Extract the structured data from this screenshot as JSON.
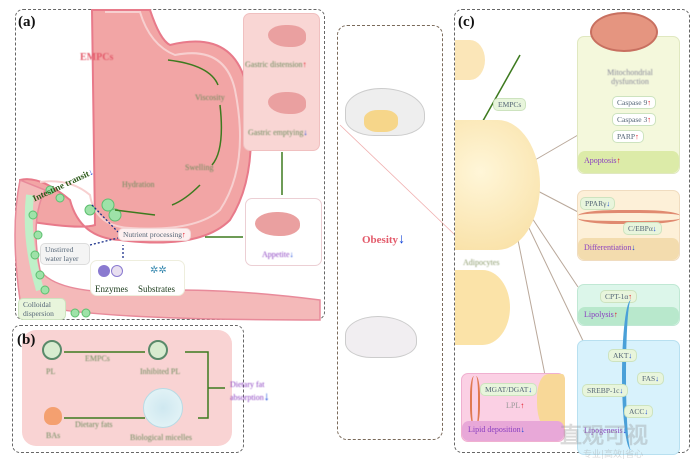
{
  "panels": {
    "a": {
      "label": "(a)",
      "compound": "EMPCs",
      "steps": [
        "Viscosity",
        "Swelling",
        "Hydration"
      ],
      "gastric_distension": "Gastric distension",
      "gastric_emptying": "Gastric emptying",
      "intestine_transit": "Intestine transit",
      "nutrient_processing": "Nutrient processing",
      "unstirred_layer": "Unstirred water layer",
      "colloidal_dispersion": "Colloidal dispersion",
      "enzymes": "Enzymes",
      "substrates": "Substrates",
      "appetite": "Appetite"
    },
    "b": {
      "label": "(b)",
      "pl": "PL",
      "empcs": "EMPCs",
      "inhibited_pl": "Inhibited PL",
      "bas": "BAs",
      "dietary_fats": "Dietary fats",
      "micelles": "Biological micelles",
      "fat_absorption": "Dietary fat absorption"
    },
    "middle": {
      "obesity": "Obesity"
    },
    "c": {
      "label": "(c)",
      "empcs": "EMPCs",
      "adipocytes": "Adipocytes",
      "mito_dysfunction": "Mitochondrial dysfunction",
      "caspase9": "Caspase 9",
      "caspase3": "Caspase 3",
      "parp": "PARP",
      "apoptosis": "Apoptosis",
      "ppar": "PPARγ",
      "cebp": "C/EBPα",
      "differentiation": "Differentiation",
      "cpt": "CPT-1α",
      "lipolysis": "Lipolysis",
      "akt": "AKT",
      "fas": "FAS",
      "srebp": "SREBP-1c",
      "acc": "ACC",
      "lipogenesis": "Lipogenesis",
      "mgat": "MGAT/DGAT",
      "lpl": "LPL",
      "lipid_deposition": "Lipid deposition"
    }
  },
  "arrows": {
    "up": "↑",
    "down": "↓"
  },
  "watermark": {
    "brand": "直观可视",
    "slogan": "专业|高效|省心"
  },
  "colors": {
    "up": "#e0101c",
    "down": "#1042d8",
    "flow": "#3d7a1f",
    "label_purple": "#8a3fc0"
  }
}
